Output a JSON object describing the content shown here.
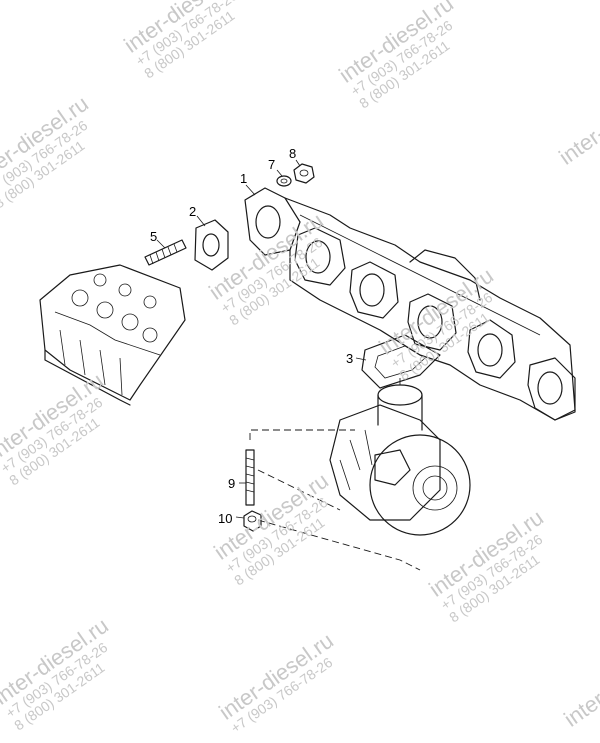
{
  "callouts": [
    {
      "id": "1",
      "label": "1"
    },
    {
      "id": "2",
      "label": "2"
    },
    {
      "id": "3",
      "label": "3"
    },
    {
      "id": "5",
      "label": "5"
    },
    {
      "id": "7",
      "label": "7"
    },
    {
      "id": "8",
      "label": "8"
    },
    {
      "id": "9",
      "label": "9"
    },
    {
      "id": "10",
      "label": "10"
    }
  ],
  "watermark": {
    "site": "inter-diesel.ru",
    "phone1": "+7 (903) 766-78-26",
    "phone2": "8 (800) 301-2611"
  }
}
